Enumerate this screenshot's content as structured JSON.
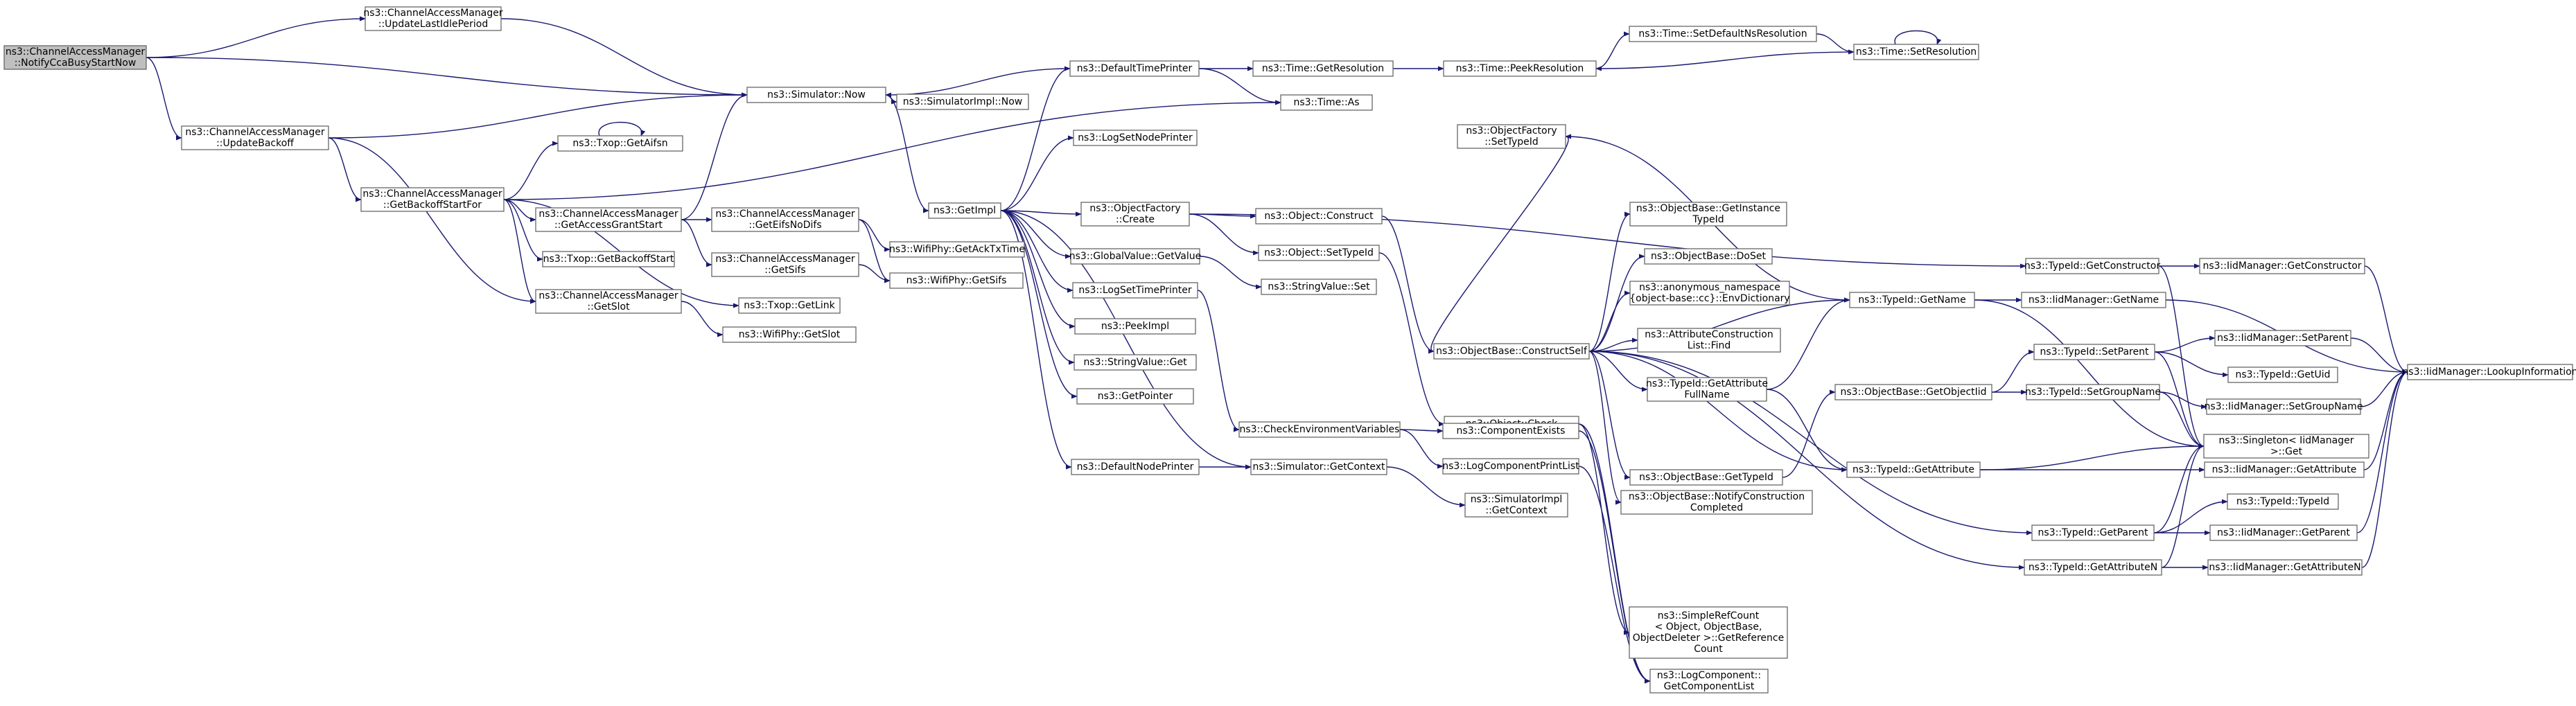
{
  "graph": {
    "title": "",
    "colors": {
      "edge": "#191970",
      "node_border": "#666666",
      "root_fill": "#bfbfbf",
      "node_fill": "#ffffff"
    },
    "nodes": [
      {
        "id": "n0",
        "lines": [
          "ns3::ChannelAccessManager",
          "::NotifyCcaBusyStartNow"
        ],
        "root": true
      },
      {
        "id": "n1",
        "lines": [
          "ns3::ChannelAccessManager",
          "::UpdateLastIdlePeriod"
        ]
      },
      {
        "id": "n2",
        "lines": [
          "ns3::Simulator::Now"
        ]
      },
      {
        "id": "n3",
        "lines": [
          "ns3::ChannelAccessManager",
          "::UpdateBackoff"
        ]
      },
      {
        "id": "n4",
        "lines": [
          "ns3::SimulatorImpl::Now"
        ]
      },
      {
        "id": "n5",
        "lines": [
          "ns3::GetImpl"
        ]
      },
      {
        "id": "n6",
        "lines": [
          "ns3::DefaultTimePrinter"
        ]
      },
      {
        "id": "n7",
        "lines": [
          "ns3::Time::GetResolution"
        ]
      },
      {
        "id": "n8",
        "lines": [
          "ns3::Time::PeekResolution"
        ]
      },
      {
        "id": "n9",
        "lines": [
          "ns3::Time::SetDefaultNsResolution"
        ]
      },
      {
        "id": "n10",
        "lines": [
          "ns3::Time::SetResolution"
        ]
      },
      {
        "id": "n11",
        "lines": [
          "ns3::Time::As"
        ]
      },
      {
        "id": "n12",
        "lines": [
          "ns3::Txop::GetAifsn"
        ]
      },
      {
        "id": "n13",
        "lines": [
          "ns3::ChannelAccessManager",
          "::GetBackoffStartFor"
        ]
      },
      {
        "id": "n14",
        "lines": [
          "ns3::ChannelAccessManager",
          "::GetAccessGrantStart"
        ]
      },
      {
        "id": "n15",
        "lines": [
          "ns3::ChannelAccessManager",
          "::GetEifsNoDifs"
        ]
      },
      {
        "id": "n16",
        "lines": [
          "ns3::ChannelAccessManager",
          "::GetSifs"
        ]
      },
      {
        "id": "n17",
        "lines": [
          "ns3::Txop::GetBackoffStart"
        ]
      },
      {
        "id": "n18",
        "lines": [
          "ns3::Txop::GetLink"
        ]
      },
      {
        "id": "n19",
        "lines": [
          "ns3::ChannelAccessManager",
          "::GetSlot"
        ]
      },
      {
        "id": "n20",
        "lines": [
          "ns3::WifiPhy::GetSlot"
        ]
      },
      {
        "id": "n21",
        "lines": [
          "ns3::WifiPhy::GetAckTxTime"
        ]
      },
      {
        "id": "n22",
        "lines": [
          "ns3::WifiPhy::GetSifs"
        ]
      },
      {
        "id": "n23",
        "lines": [
          "ns3::LogSetNodePrinter"
        ]
      },
      {
        "id": "n24",
        "lines": [
          "ns3::ObjectFactory",
          "::Create"
        ]
      },
      {
        "id": "n25",
        "lines": [
          "ns3::GlobalValue::GetValue"
        ]
      },
      {
        "id": "n26",
        "lines": [
          "ns3::LogSetTimePrinter"
        ]
      },
      {
        "id": "n27",
        "lines": [
          "ns3::PeekImpl"
        ]
      },
      {
        "id": "n28",
        "lines": [
          "ns3::StringValue::Get"
        ]
      },
      {
        "id": "n29",
        "lines": [
          "ns3::GetPointer"
        ]
      },
      {
        "id": "n30",
        "lines": [
          "ns3::DefaultNodePrinter"
        ]
      },
      {
        "id": "n31",
        "lines": [
          "ns3::Simulator::GetContext"
        ]
      },
      {
        "id": "n32",
        "lines": [
          "ns3::CheckEnvironmentVariables"
        ]
      },
      {
        "id": "n33",
        "lines": [
          "ns3::Object::Construct"
        ]
      },
      {
        "id": "n34",
        "lines": [
          "ns3::Object::SetTypeId"
        ]
      },
      {
        "id": "n35",
        "lines": [
          "ns3::StringValue::Set"
        ]
      },
      {
        "id": "n36",
        "lines": [
          "ns3::ObjectFactory",
          "::SetTypeId"
        ]
      },
      {
        "id": "n37",
        "lines": [
          "ns3::ObjectBase::ConstructSelf"
        ]
      },
      {
        "id": "n38",
        "lines": [
          "ns3::Object::Check"
        ]
      },
      {
        "id": "n39",
        "lines": [
          "ns3::ComponentExists"
        ]
      },
      {
        "id": "n40",
        "lines": [
          "ns3::LogComponentPrintList"
        ]
      },
      {
        "id": "n41",
        "lines": [
          "ns3::SimulatorImpl",
          "::GetContext"
        ]
      },
      {
        "id": "n42",
        "lines": [
          "ns3::ObjectBase::GetInstance",
          "TypeId"
        ]
      },
      {
        "id": "n43",
        "lines": [
          "ns3::ObjectBase::DoSet"
        ]
      },
      {
        "id": "n44",
        "lines": [
          "ns3::anonymous_namespace",
          "{object-base::cc}::EnvDictionary"
        ]
      },
      {
        "id": "n45",
        "lines": [
          "ns3::AttributeConstruction",
          "List::Find"
        ]
      },
      {
        "id": "n46",
        "lines": [
          "ns3::TypeId::GetAttribute",
          "FullName"
        ]
      },
      {
        "id": "n47",
        "lines": [
          "ns3::ObjectBase::GetTypeId"
        ]
      },
      {
        "id": "n48",
        "lines": [
          "ns3::ObjectBase::NotifyConstruction",
          "Completed"
        ]
      },
      {
        "id": "n49",
        "lines": [
          "ns3::SimpleRefCount",
          "< Object, ObjectBase,",
          "ObjectDeleter >::GetReference",
          "Count"
        ]
      },
      {
        "id": "n50",
        "lines": [
          "ns3::LogComponent::",
          "GetComponentList"
        ]
      },
      {
        "id": "n51",
        "lines": [
          "ns3::TypeId::GetName"
        ]
      },
      {
        "id": "n52",
        "lines": [
          "ns3::ObjectBase::GetObjectIid"
        ]
      },
      {
        "id": "n53",
        "lines": [
          "ns3::TypeId::GetAttribute"
        ]
      },
      {
        "id": "n54",
        "lines": [
          "ns3::TypeId::GetParent"
        ]
      },
      {
        "id": "n55",
        "lines": [
          "ns3::TypeId::GetAttributeN"
        ]
      },
      {
        "id": "n56",
        "lines": [
          "ns3::TypeId::GetConstructor"
        ]
      },
      {
        "id": "n57",
        "lines": [
          "ns3::IidManager::GetName"
        ]
      },
      {
        "id": "n58",
        "lines": [
          "ns3::TypeId::SetParent"
        ]
      },
      {
        "id": "n59",
        "lines": [
          "ns3::TypeId::SetGroupName"
        ]
      },
      {
        "id": "n60",
        "lines": [
          "ns3::IidManager::GetAttribute"
        ]
      },
      {
        "id": "n61",
        "lines": [
          "ns3::TypeId::TypeId"
        ]
      },
      {
        "id": "n62",
        "lines": [
          "ns3::IidManager::GetParent"
        ]
      },
      {
        "id": "n63",
        "lines": [
          "ns3::IidManager::GetAttributeN"
        ]
      },
      {
        "id": "n64",
        "lines": [
          "ns3::IidManager::GetConstructor"
        ]
      },
      {
        "id": "n65",
        "lines": [
          "ns3::IidManager::SetParent"
        ]
      },
      {
        "id": "n66",
        "lines": [
          "ns3::TypeId::GetUid"
        ]
      },
      {
        "id": "n67",
        "lines": [
          "ns3::IidManager::SetGroupName"
        ]
      },
      {
        "id": "n68",
        "lines": [
          "ns3::Singleton< IidManager",
          ">::Get"
        ]
      },
      {
        "id": "n69",
        "lines": [
          "ns3::IidManager::LookupInformation"
        ]
      }
    ],
    "edges": [
      [
        "n0",
        "n1"
      ],
      [
        "n0",
        "n2"
      ],
      [
        "n0",
        "n3"
      ],
      [
        "n1",
        "n2"
      ],
      [
        "n3",
        "n2"
      ],
      [
        "n3",
        "n13"
      ],
      [
        "n3",
        "n19"
      ],
      [
        "n2",
        "n4"
      ],
      [
        "n2",
        "n5"
      ],
      [
        "n6",
        "n2"
      ],
      [
        "n6",
        "n7"
      ],
      [
        "n6",
        "n11"
      ],
      [
        "n7",
        "n8"
      ],
      [
        "n8",
        "n9"
      ],
      [
        "n9",
        "n10"
      ],
      [
        "n10",
        "n8"
      ],
      [
        "n10",
        "n10"
      ],
      [
        "n12",
        "n12"
      ],
      [
        "n13",
        "n12"
      ],
      [
        "n13",
        "n11"
      ],
      [
        "n13",
        "n14"
      ],
      [
        "n13",
        "n17"
      ],
      [
        "n13",
        "n19"
      ],
      [
        "n13",
        "n18"
      ],
      [
        "n14",
        "n2"
      ],
      [
        "n14",
        "n15"
      ],
      [
        "n14",
        "n16"
      ],
      [
        "n15",
        "n21"
      ],
      [
        "n15",
        "n22"
      ],
      [
        "n16",
        "n22"
      ],
      [
        "n19",
        "n20"
      ],
      [
        "n5",
        "n6"
      ],
      [
        "n5",
        "n23"
      ],
      [
        "n5",
        "n24"
      ],
      [
        "n5",
        "n25"
      ],
      [
        "n5",
        "n26"
      ],
      [
        "n5",
        "n27"
      ],
      [
        "n5",
        "n28"
      ],
      [
        "n5",
        "n29"
      ],
      [
        "n5",
        "n30"
      ],
      [
        "n5",
        "n31"
      ],
      [
        "n24",
        "n33"
      ],
      [
        "n24",
        "n34"
      ],
      [
        "n24",
        "n56"
      ],
      [
        "n25",
        "n35"
      ],
      [
        "n26",
        "n32"
      ],
      [
        "n30",
        "n31"
      ],
      [
        "n31",
        "n41"
      ],
      [
        "n33",
        "n37"
      ],
      [
        "n34",
        "n38"
      ],
      [
        "n36",
        "n51"
      ],
      [
        "n37",
        "n36"
      ],
      [
        "n37",
        "n42"
      ],
      [
        "n37",
        "n43"
      ],
      [
        "n37",
        "n44"
      ],
      [
        "n37",
        "n45"
      ],
      [
        "n37",
        "n46"
      ],
      [
        "n37",
        "n47"
      ],
      [
        "n37",
        "n48"
      ],
      [
        "n37",
        "n51"
      ],
      [
        "n37",
        "n53"
      ],
      [
        "n37",
        "n54"
      ],
      [
        "n37",
        "n55"
      ],
      [
        "n38",
        "n49"
      ],
      [
        "n38",
        "n50"
      ],
      [
        "n32",
        "n39"
      ],
      [
        "n32",
        "n40"
      ],
      [
        "n39",
        "n50"
      ],
      [
        "n40",
        "n50"
      ],
      [
        "n46",
        "n51"
      ],
      [
        "n46",
        "n53"
      ],
      [
        "n47",
        "n52"
      ],
      [
        "n51",
        "n57"
      ],
      [
        "n51",
        "n68"
      ],
      [
        "n52",
        "n58"
      ],
      [
        "n52",
        "n59"
      ],
      [
        "n53",
        "n60"
      ],
      [
        "n53",
        "n68"
      ],
      [
        "n54",
        "n62"
      ],
      [
        "n54",
        "n68"
      ],
      [
        "n55",
        "n63"
      ],
      [
        "n55",
        "n68"
      ],
      [
        "n56",
        "n64"
      ],
      [
        "n56",
        "n68"
      ],
      [
        "n57",
        "n69"
      ],
      [
        "n58",
        "n65"
      ],
      [
        "n58",
        "n66"
      ],
      [
        "n58",
        "n68"
      ],
      [
        "n59",
        "n67"
      ],
      [
        "n59",
        "n68"
      ],
      [
        "n54",
        "n61"
      ],
      [
        "n60",
        "n69"
      ],
      [
        "n62",
        "n69"
      ],
      [
        "n63",
        "n69"
      ],
      [
        "n64",
        "n69"
      ],
      [
        "n65",
        "n69"
      ],
      [
        "n67",
        "n69"
      ]
    ]
  }
}
